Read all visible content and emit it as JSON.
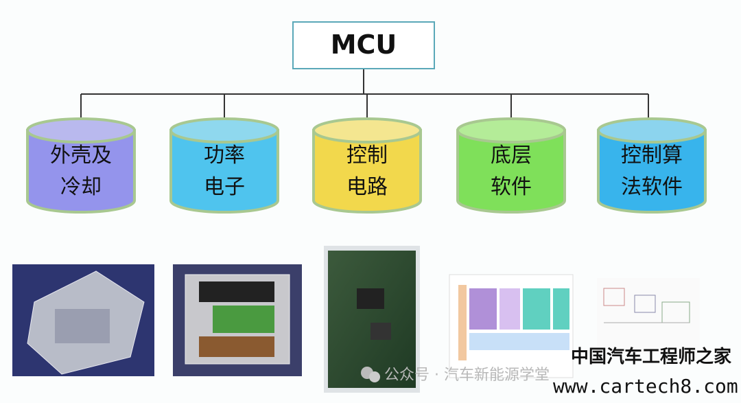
{
  "root": {
    "label": "MCU"
  },
  "components": [
    {
      "line1": "外壳及",
      "line2": "冷却",
      "color": "#9494ec",
      "top": "#b9b9ee"
    },
    {
      "line1": "功率",
      "line2": "电子",
      "color": "#4fc4ee",
      "top": "#8fd8ee"
    },
    {
      "line1": "控制",
      "line2": "电路",
      "color": "#f2d84c",
      "top": "#f4e690"
    },
    {
      "line1": "底层",
      "line2": "软件",
      "color": "#7fe05a",
      "top": "#b4ec98"
    },
    {
      "line1": "控制算",
      "line2": "法软件",
      "color": "#38b4ec",
      "top": "#8cd4ee"
    }
  ],
  "watermark": {
    "wechat": "公众号 · 汽车新能源学堂",
    "site_cn": "中国汽车工程师之家",
    "site_url": "www.cartech8.com"
  }
}
